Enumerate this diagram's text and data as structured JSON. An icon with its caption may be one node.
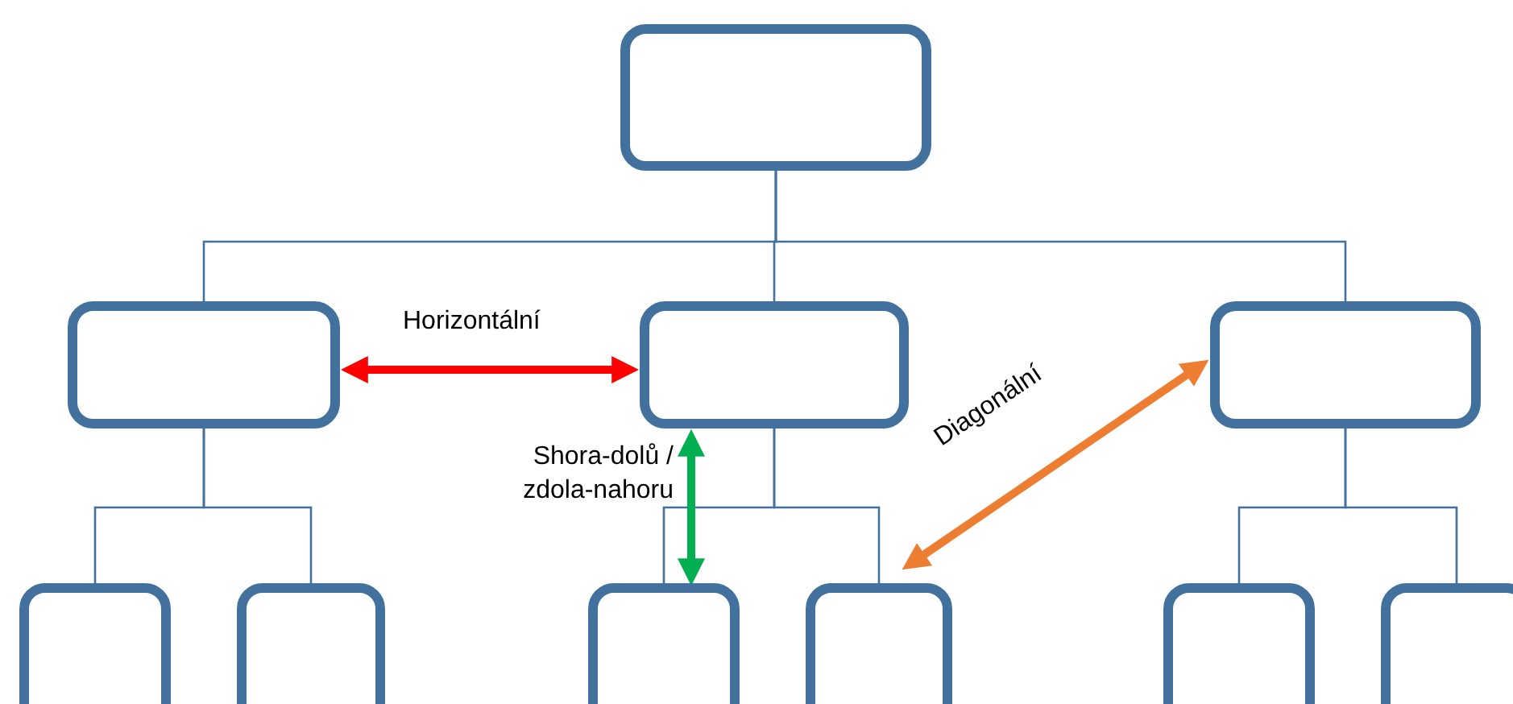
{
  "diagram": {
    "nodes": [
      {
        "text": [],
        "shape": "box"
      },
      {
        "text": [],
        "shape": "box"
      },
      {
        "text": [],
        "shape": "box"
      },
      {
        "text": [],
        "shape": "box"
      },
      {
        "text": [],
        "shape": "box"
      },
      {
        "text": [],
        "shape": "box"
      },
      {
        "text": [],
        "shape": "box"
      },
      {
        "text": [],
        "shape": "box"
      },
      {
        "text": [],
        "shape": "box"
      },
      {
        "text": [],
        "shape": "box"
      }
    ],
    "edges": [
      {
        "from": 0,
        "to": 1,
        "arrow": "none"
      },
      {
        "from": 0,
        "to": 2,
        "arrow": "none"
      },
      {
        "from": 0,
        "to": 3,
        "arrow": "none"
      },
      {
        "from": 1,
        "to": 4,
        "arrow": "none"
      },
      {
        "from": 1,
        "to": 5,
        "arrow": "none"
      },
      {
        "from": 2,
        "to": 6,
        "arrow": "none"
      },
      {
        "from": 2,
        "to": 7,
        "arrow": "none"
      },
      {
        "from": 3,
        "to": 8,
        "arrow": "none"
      },
      {
        "from": 3,
        "to": 9,
        "arrow": "none"
      },
      {
        "from": 1,
        "to": 2,
        "arrow": "both",
        "label": "Horizontální",
        "style": "thick",
        "color": "#ff0000"
      },
      {
        "from": 2,
        "to": 6,
        "arrow": "both",
        "label": "Shora-dolů / zdola-nahoru",
        "style": "thick",
        "color": "#00b050"
      },
      {
        "from": 7,
        "to": 3,
        "arrow": "both",
        "label": "Diagonální",
        "style": "thick",
        "color": "#ed7d31"
      }
    ]
  }
}
